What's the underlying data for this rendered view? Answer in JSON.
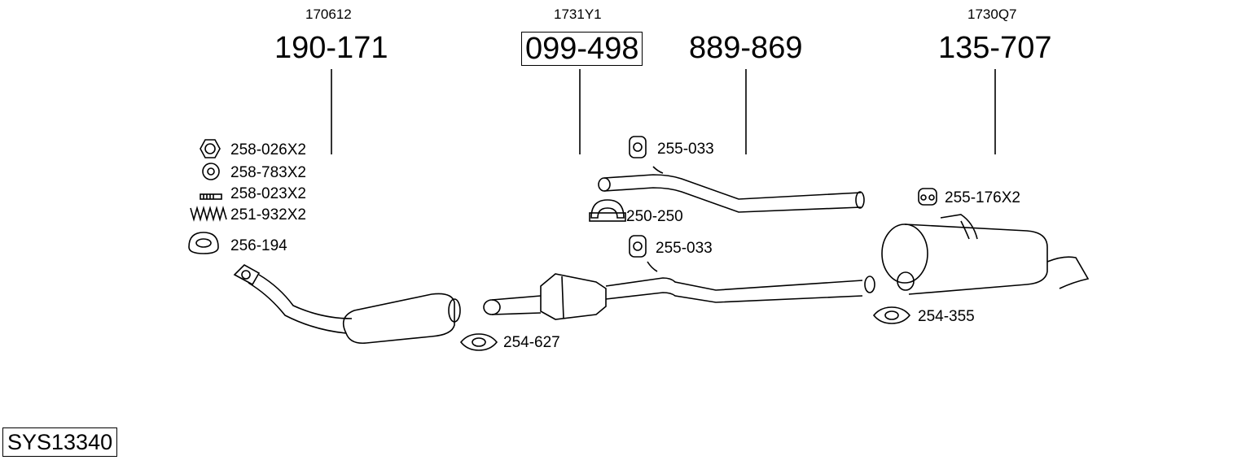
{
  "parts": [
    {
      "oem": "170612",
      "number": "190-171"
    },
    {
      "oem": "1731Y1",
      "number": "099-498"
    },
    {
      "number": "889-869"
    },
    {
      "oem": "1730Q7",
      "number": "135-707"
    }
  ],
  "accessories": {
    "nut": "258-026X2",
    "washer": "258-783X2",
    "bolt": "258-023X2",
    "spring": "251-932X2",
    "gasket": "256-194",
    "hanger_a": "255-033",
    "clamp_a": "250-250",
    "hanger_b": "255-033",
    "clamp_b": "254-627",
    "hanger_c": "255-176X2",
    "clamp_c": "254-355"
  },
  "system_code": "SYS13340"
}
